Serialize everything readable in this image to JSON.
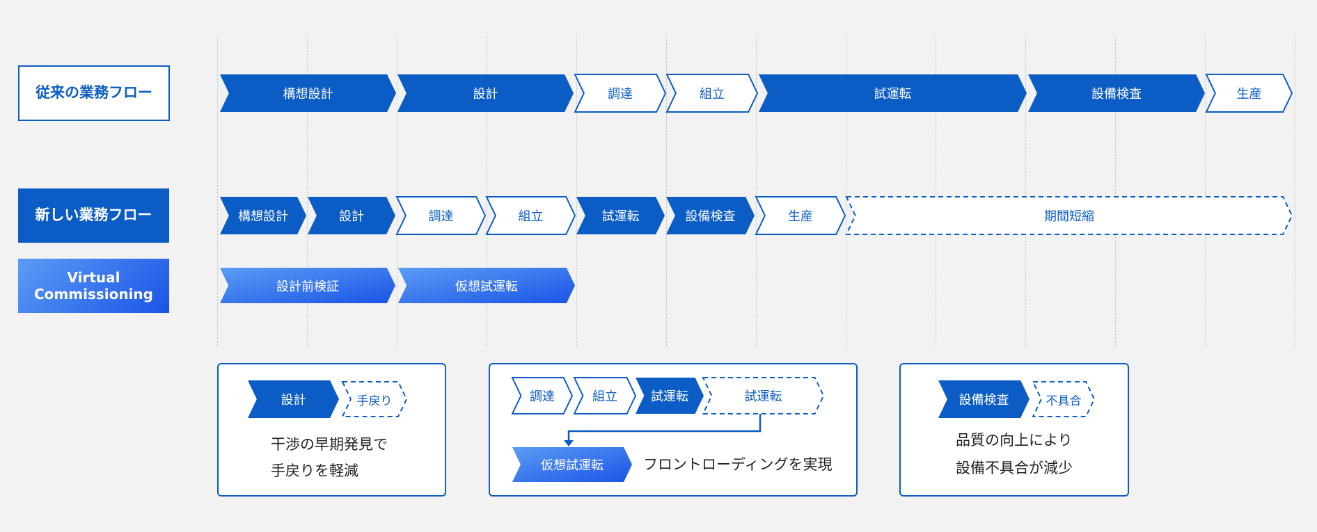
{
  "colors": {
    "primary": "#0b5cc4",
    "gradient_start": "#5b9cf5",
    "gradient_end": "#1a54e6",
    "background": "#f2f2f2"
  },
  "labels": {
    "old_flow": "従来の業務フロー",
    "new_flow": "新しい業務フロー",
    "virtual_commissioning": [
      "Virtual",
      "Commissioning"
    ]
  },
  "old_flow_steps": [
    "構想設計",
    "設計",
    "調達",
    "組立",
    "試運転",
    "設備検査",
    "生産"
  ],
  "new_flow_steps": [
    "構想設計",
    "設計",
    "調達",
    "組立",
    "試運転",
    "設備検査",
    "生産",
    "期間短縮"
  ],
  "vc_steps": [
    "設計前検証",
    "仮想試運転"
  ],
  "cards": [
    {
      "chevrons": [
        "設計",
        "手戻り"
      ],
      "text": [
        "干渉の早期発見で",
        "手戻りを軽減"
      ]
    },
    {
      "chevrons": [
        "調達",
        "組立",
        "試運転",
        "試運転",
        "仮想試運転"
      ],
      "text": [
        "フロントローディングを実現"
      ]
    },
    {
      "chevrons": [
        "設備検査",
        "不具合"
      ],
      "text": [
        "品質の向上により",
        "設備不具合が減少"
      ]
    }
  ]
}
